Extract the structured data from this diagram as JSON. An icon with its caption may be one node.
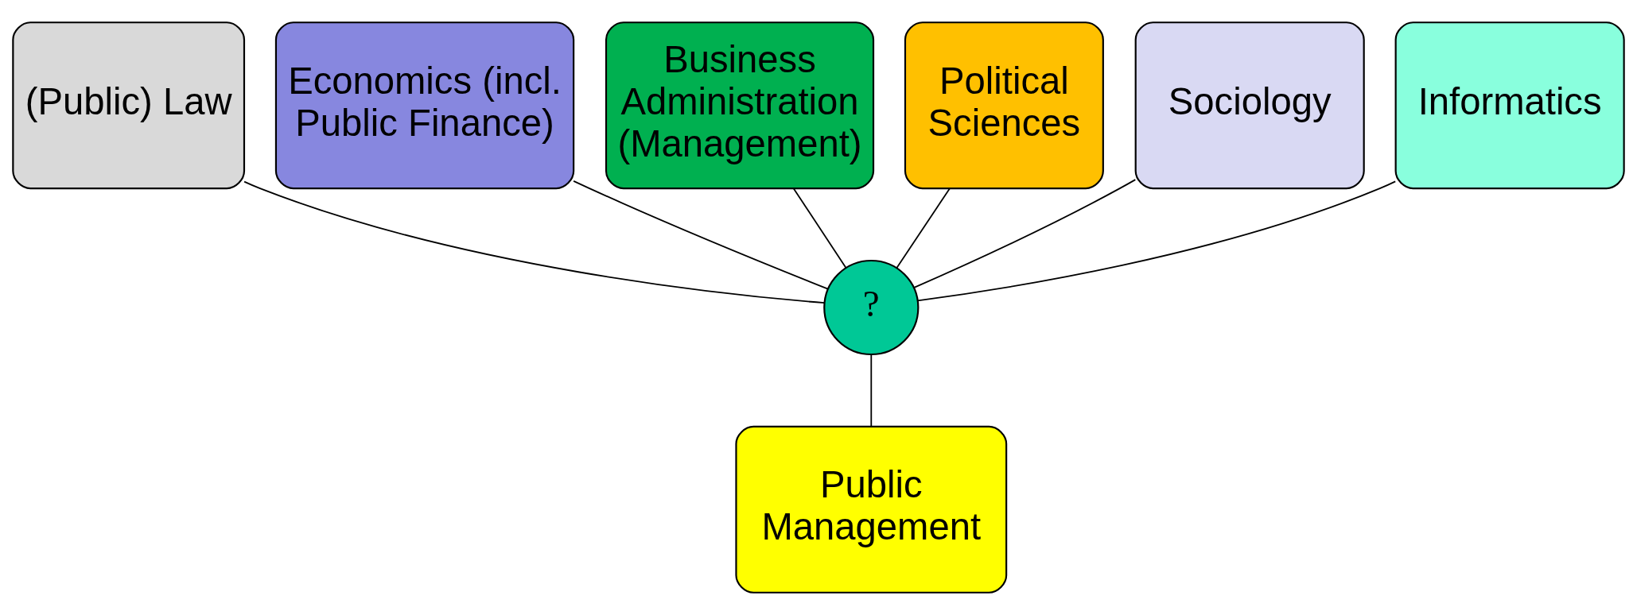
{
  "diagram": {
    "nodes": [
      {
        "text": [
          "(Public) Law"
        ]
      },
      {
        "text": [
          "Economics (incl. Public Finance)"
        ]
      },
      {
        "text": [
          "Business Administration (Management)"
        ]
      },
      {
        "text": [
          "Political Sciences"
        ]
      },
      {
        "text": [
          "Sociology"
        ]
      },
      {
        "text": [
          "Informatics"
        ]
      },
      {
        "text": [
          "?"
        ]
      },
      {
        "text": [
          "Public Management"
        ]
      }
    ],
    "edges": [
      {
        "from": 0,
        "to": 6,
        "arrow": "none"
      },
      {
        "from": 1,
        "to": 6,
        "arrow": "none"
      },
      {
        "from": 2,
        "to": 6,
        "arrow": "none"
      },
      {
        "from": 3,
        "to": 6,
        "arrow": "none"
      },
      {
        "from": 4,
        "to": 6,
        "arrow": "none"
      },
      {
        "from": 5,
        "to": 6,
        "arrow": "none"
      },
      {
        "from": 6,
        "to": 7,
        "arrow": "none"
      }
    ]
  }
}
